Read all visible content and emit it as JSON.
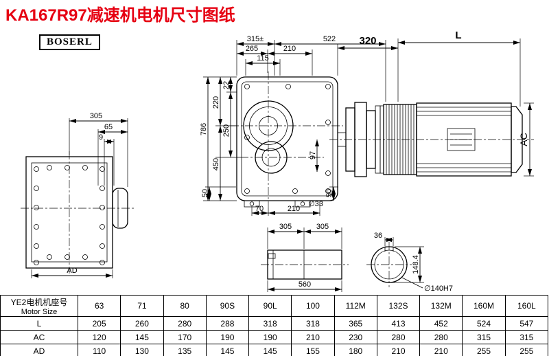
{
  "page": {
    "title": "KA167R97减速机电机尺寸图纸",
    "brand": "BOSERL"
  },
  "dims": {
    "front": {
      "d305": "305",
      "d65": "65",
      "d9": "9",
      "ad": "AD"
    },
    "side": {
      "d315": "315±",
      "d522": "522",
      "d265": "265",
      "d210": "210",
      "d115": "115",
      "d22": "22",
      "d220": "220",
      "d250": "250",
      "d450": "450",
      "d786": "786",
      "d97": "97",
      "d50l": "50",
      "d50r": "50",
      "d70": "70",
      "d210b": "210",
      "d33": "∅33"
    },
    "motor": {
      "d320": "320",
      "dL": "L",
      "dAC": "AC"
    },
    "shaft": {
      "d305a": "305",
      "d305b": "305",
      "d560": "560"
    },
    "bore": {
      "d36": "36",
      "d1484": "148.4",
      "d140": "∅140H7"
    }
  },
  "table": {
    "header_cn": "YE2电机机座号",
    "header_en": "Motor Size",
    "sizes": [
      "63",
      "71",
      "80",
      "90S",
      "90L",
      "100",
      "112M",
      "132S",
      "132M",
      "160M",
      "160L"
    ],
    "rows": [
      {
        "label": "L",
        "values": [
          "205",
          "260",
          "280",
          "288",
          "318",
          "318",
          "365",
          "413",
          "452",
          "524",
          "547"
        ]
      },
      {
        "label": "AC",
        "values": [
          "120",
          "145",
          "170",
          "190",
          "190",
          "210",
          "230",
          "280",
          "280",
          "315",
          "315"
        ]
      },
      {
        "label": "AD",
        "values": [
          "110",
          "130",
          "135",
          "145",
          "145",
          "155",
          "180",
          "210",
          "210",
          "255",
          "255"
        ]
      }
    ]
  }
}
